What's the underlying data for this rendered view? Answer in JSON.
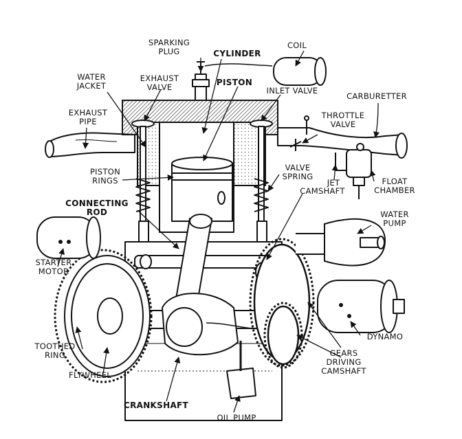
{
  "labels": {
    "sparking_plug": "SPARKING\nPLUG",
    "cylinder": "CYLINDER",
    "coil": "COIL",
    "water_jacket": "WATER\nJACKET",
    "exhaust_valve": "EXHAUST\nVALVE",
    "piston": "PISTON",
    "inlet_valve": "INLET  VALVE",
    "carburetter": "CARBURETTER",
    "exhaust_pipe": "EXHAUST\nPIPE",
    "throttle_valve": "THROTTLE\nVALVE",
    "piston_rings": "PISTON\nRINGS",
    "valve_spring": "VALVE\nSPRING",
    "jet": "JET",
    "float_chamber": "FLOAT\nCHAMBER",
    "connecting_rod": "CONNECTING\nROD",
    "camshaft": "CAMSHAFT",
    "water_pump": "WATER\nPUMP",
    "starter_motor": "STARTER\nMOTOR",
    "dynamo": "DYNAMO",
    "toothed_ring": "TOOTHED\nRING",
    "gears_driving_camshaft": "GEARS\nDRIVING\nCAMSHAFT",
    "flywheel": "FLYWHEEL",
    "crankshaft": "CRANKSHAFT",
    "oil_pump": "OIL  PUMP"
  },
  "colors": {
    "ink": "#111111",
    "paper": "#ffffff",
    "hatch": "#555555"
  }
}
